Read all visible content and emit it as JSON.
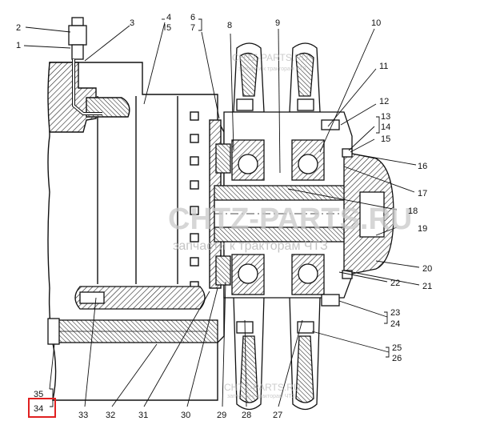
{
  "watermark": {
    "brand": "CHTZ-PARTS.RU",
    "tagline": "запчасти к тракторам ЧТЗ",
    "small_brand": "CHTZ-PARTS.RU",
    "small_tagline": "запчасти к тракторам ЧТЗ",
    "gear_color": "#f3b24a",
    "gear_color_light": "#e6e6e6"
  },
  "callouts": [
    {
      "id": "1",
      "text": "1"
    },
    {
      "id": "2",
      "text": "2"
    },
    {
      "id": "3",
      "text": "3"
    },
    {
      "id": "4",
      "text": "4"
    },
    {
      "id": "5",
      "text": "5"
    },
    {
      "id": "6",
      "text": "6"
    },
    {
      "id": "7",
      "text": "7"
    },
    {
      "id": "8",
      "text": "8"
    },
    {
      "id": "9",
      "text": "9"
    },
    {
      "id": "10",
      "text": "10"
    },
    {
      "id": "11",
      "text": "11"
    },
    {
      "id": "12",
      "text": "12"
    },
    {
      "id": "13",
      "text": "13"
    },
    {
      "id": "14",
      "text": "14"
    },
    {
      "id": "15",
      "text": "15"
    },
    {
      "id": "16",
      "text": "16"
    },
    {
      "id": "17",
      "text": "17"
    },
    {
      "id": "18",
      "text": "18"
    },
    {
      "id": "19",
      "text": "19"
    },
    {
      "id": "20",
      "text": "20"
    },
    {
      "id": "21",
      "text": "21"
    },
    {
      "id": "22",
      "text": "22"
    },
    {
      "id": "23",
      "text": "23"
    },
    {
      "id": "24",
      "text": "24"
    },
    {
      "id": "25",
      "text": "25"
    },
    {
      "id": "26",
      "text": "26"
    },
    {
      "id": "27",
      "text": "27"
    },
    {
      "id": "28",
      "text": "28"
    },
    {
      "id": "29",
      "text": "29"
    },
    {
      "id": "30",
      "text": "30"
    },
    {
      "id": "31",
      "text": "31"
    },
    {
      "id": "32",
      "text": "32"
    },
    {
      "id": "33",
      "text": "33"
    },
    {
      "id": "34",
      "text": "34"
    },
    {
      "id": "35",
      "text": "35"
    }
  ],
  "highlight": {
    "target": "34",
    "color": "#e02020"
  }
}
